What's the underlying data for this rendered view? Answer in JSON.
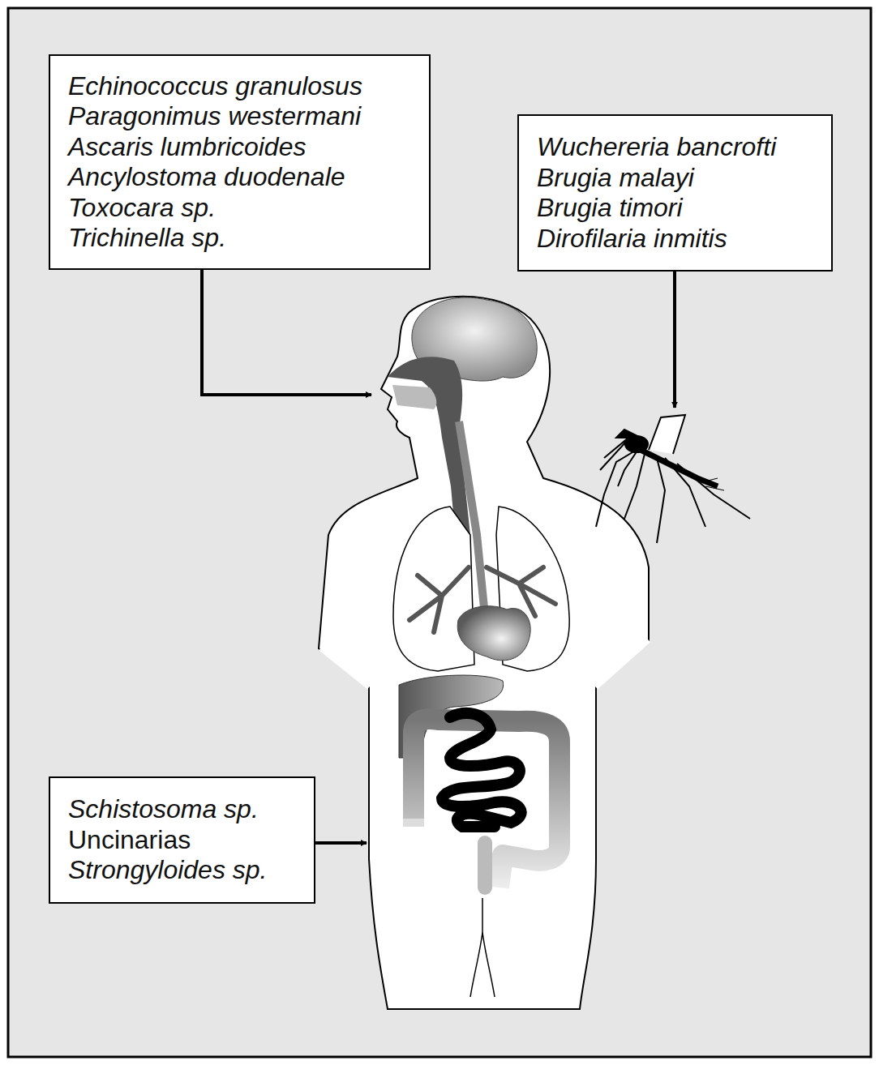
{
  "diagram": {
    "nodes": [
      {
        "text": [
          "Echinococcus granulosus",
          "Paragonimus westermani",
          "Ascaris lumbricoides",
          "Ancylostoma duodenale",
          "Toxocara sp.",
          "Trichinella sp."
        ]
      },
      {
        "text": [
          "Wuchereria bancrofti",
          "Brugia malayi",
          "Brugia timori",
          "Dirofilaria inmitis"
        ]
      },
      {
        "text": [
          "Schistosoma sp.",
          "Uncinarias",
          "Strongyloides sp."
        ]
      }
    ]
  }
}
